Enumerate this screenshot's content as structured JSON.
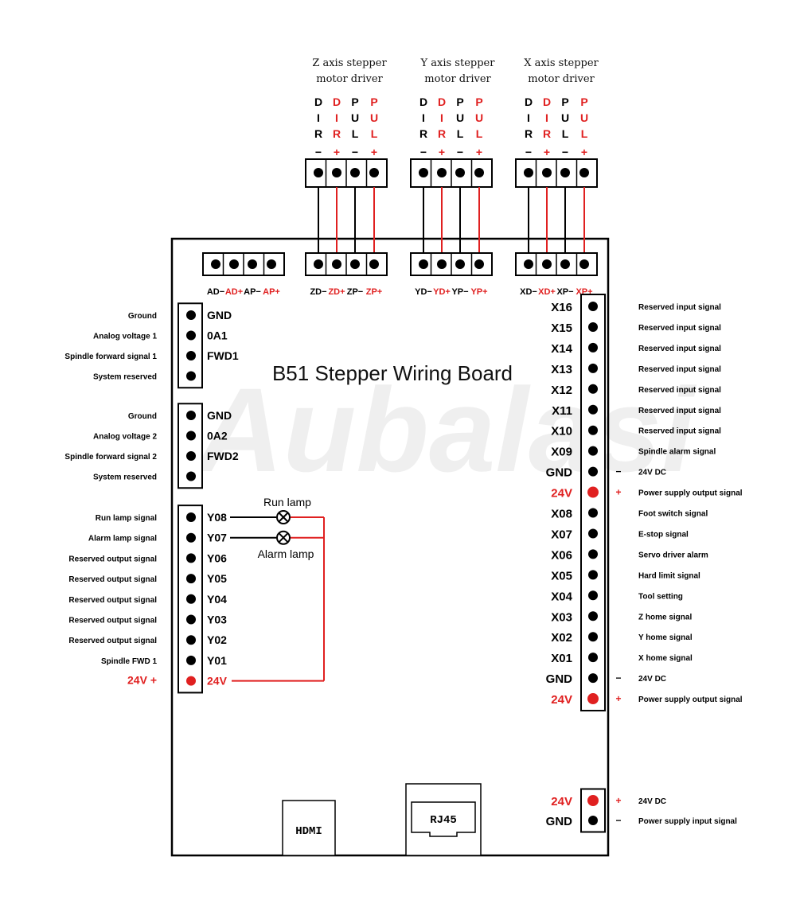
{
  "title": "B51 Stepper Wiring Board",
  "watermark": "Aubalasi",
  "colors": {
    "line": "#000000",
    "red": "#e02020",
    "watermark": "#eeeeee"
  },
  "drivers": [
    {
      "id": "z",
      "title_line1": "Z axis stepper",
      "title_line2": "motor driver",
      "pins": [
        {
          "letters": [
            "D",
            "I",
            "R"
          ],
          "sign": "−",
          "red": false
        },
        {
          "letters": [
            "D",
            "I",
            "R"
          ],
          "sign": "+",
          "red": true
        },
        {
          "letters": [
            "P",
            "U",
            "L"
          ],
          "sign": "−",
          "red": false
        },
        {
          "letters": [
            "P",
            "U",
            "L"
          ],
          "sign": "+",
          "red": true
        }
      ],
      "board_labels": [
        "ZD−",
        "ZD+",
        "ZP−",
        "ZP+"
      ]
    },
    {
      "id": "y",
      "title_line1": "Y axis stepper",
      "title_line2": "motor driver",
      "pins": [
        {
          "letters": [
            "D",
            "I",
            "R"
          ],
          "sign": "−",
          "red": false
        },
        {
          "letters": [
            "D",
            "I",
            "R"
          ],
          "sign": "+",
          "red": true
        },
        {
          "letters": [
            "P",
            "U",
            "L"
          ],
          "sign": "−",
          "red": false
        },
        {
          "letters": [
            "P",
            "U",
            "L"
          ],
          "sign": "+",
          "red": true
        }
      ],
      "board_labels": [
        "YD−",
        "YD+",
        "YP−",
        "YP+"
      ]
    },
    {
      "id": "x",
      "title_line1": "X axis stepper",
      "title_line2": "motor driver",
      "pins": [
        {
          "letters": [
            "D",
            "I",
            "R"
          ],
          "sign": "−",
          "red": false
        },
        {
          "letters": [
            "D",
            "I",
            "R"
          ],
          "sign": "+",
          "red": true
        },
        {
          "letters": [
            "P",
            "U",
            "L"
          ],
          "sign": "−",
          "red": false
        },
        {
          "letters": [
            "P",
            "U",
            "L"
          ],
          "sign": "+",
          "red": true
        }
      ],
      "board_labels": [
        "XD−",
        "XD+",
        "XP−",
        "XP+"
      ]
    }
  ],
  "analog_header": {
    "labels": [
      "AD−",
      "AD+",
      "AP−",
      "AP+"
    ]
  },
  "left_group1": [
    {
      "desc": "Ground",
      "label": "GND"
    },
    {
      "desc": "Analog voltage 1",
      "label": "0A1"
    },
    {
      "desc": "Spindle forward signal 1",
      "label": "FWD1"
    },
    {
      "desc": "System reserved",
      "label": ""
    }
  ],
  "left_group2": [
    {
      "desc": "Ground",
      "label": "GND"
    },
    {
      "desc": "Analog voltage 2",
      "label": "0A2"
    },
    {
      "desc": "Spindle forward signal 2",
      "label": "FWD2"
    },
    {
      "desc": "System reserved",
      "label": ""
    }
  ],
  "left_group3": [
    {
      "desc": "Run lamp signal",
      "label": "Y08",
      "red": false
    },
    {
      "desc": "Alarm lamp signal",
      "label": "Y07",
      "red": false
    },
    {
      "desc": "Reserved output signal",
      "label": "Y06",
      "red": false
    },
    {
      "desc": "Reserved output signal",
      "label": "Y05",
      "red": false
    },
    {
      "desc": "Reserved output signal",
      "label": "Y04",
      "red": false
    },
    {
      "desc": "Reserved output signal",
      "label": "Y03",
      "red": false
    },
    {
      "desc": "Reserved output signal",
      "label": "Y02",
      "red": false
    },
    {
      "desc": "Spindle FWD 1",
      "label": "Y01",
      "red": false
    },
    {
      "desc": "24V +",
      "label": "24V",
      "red": true
    }
  ],
  "lamps": {
    "run": "Run lamp",
    "alarm": "Alarm lamp"
  },
  "right_group1": [
    {
      "label": "X16",
      "sign": "",
      "desc": "Reserved input signal",
      "red": false
    },
    {
      "label": "X15",
      "sign": "",
      "desc": "Reserved input signal",
      "red": false
    },
    {
      "label": "X14",
      "sign": "",
      "desc": "Reserved input signal",
      "red": false
    },
    {
      "label": "X13",
      "sign": "",
      "desc": "Reserved input signal",
      "red": false
    },
    {
      "label": "X12",
      "sign": "",
      "desc": "Reserved input signal",
      "red": false
    },
    {
      "label": "X11",
      "sign": "",
      "desc": "Reserved input signal",
      "red": false
    },
    {
      "label": "X10",
      "sign": "",
      "desc": "Reserved input signal",
      "red": false
    },
    {
      "label": "X09",
      "sign": "",
      "desc": "Spindle alarm signal",
      "red": false
    },
    {
      "label": "GND",
      "sign": "−",
      "desc": "24V DC",
      "red": false
    },
    {
      "label": "24V",
      "sign": "+",
      "desc": "Power supply output signal",
      "red": true
    },
    {
      "label": "X08",
      "sign": "",
      "desc": "Foot switch signal",
      "red": false
    },
    {
      "label": "X07",
      "sign": "",
      "desc": "E-stop signal",
      "red": false
    },
    {
      "label": "X06",
      "sign": "",
      "desc": "Servo driver alarm",
      "red": false
    },
    {
      "label": "X05",
      "sign": "",
      "desc": "Hard limit signal",
      "red": false
    },
    {
      "label": "X04",
      "sign": "",
      "desc": "Tool setting",
      "red": false
    },
    {
      "label": "X03",
      "sign": "",
      "desc": "Z home signal",
      "red": false
    },
    {
      "label": "X02",
      "sign": "",
      "desc": "Y home signal",
      "red": false
    },
    {
      "label": "X01",
      "sign": "",
      "desc": "X home signal",
      "red": false
    },
    {
      "label": "GND",
      "sign": "−",
      "desc": "24V DC",
      "red": false
    },
    {
      "label": "24V",
      "sign": "+",
      "desc": "Power supply output signal",
      "red": true
    }
  ],
  "right_group2": [
    {
      "label": "24V",
      "sign": "+",
      "desc": "24V DC",
      "red": true
    },
    {
      "label": "GND",
      "sign": "−",
      "desc": "Power supply input signal",
      "red": false
    }
  ],
  "ports": {
    "hdmi": "HDMI",
    "rj45": "RJ45"
  }
}
